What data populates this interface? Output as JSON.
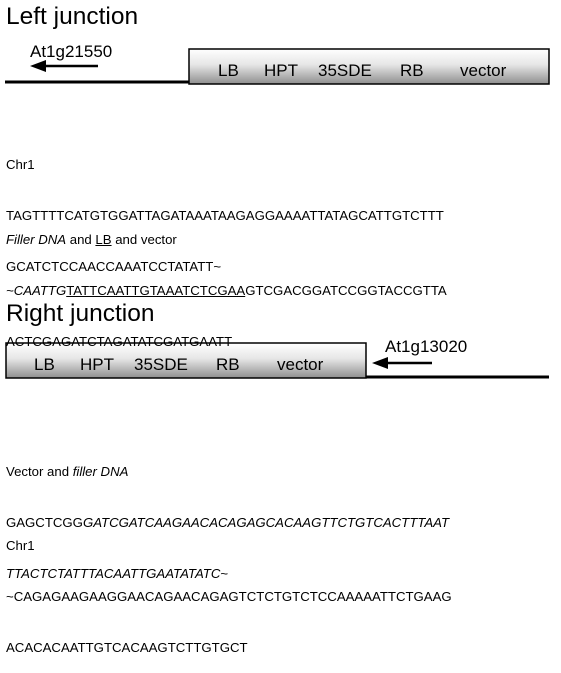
{
  "left": {
    "title": "Left junction",
    "gene": "At1g21550",
    "box": [
      "LB",
      "HPT",
      "35SDE",
      "RB",
      "vector"
    ],
    "chr_label": "Chr1",
    "chr_seq": [
      "TAGTTTTCATGTGGATTAGATAAATAAGAGGAAAATTATAGCATTGTCTTT",
      "GCATCTCCAACCAAATCCTATATT~"
    ],
    "filler_label": {
      "filler": "Filler DNA",
      "and1": " and ",
      "lb": "LB",
      "and2": " and vector"
    },
    "filler_seq": {
      "filler": "~CAATTG",
      "lb": "TATTCAATTGTAAATCTCGAA",
      "rest1": "GTCGACGGATCCGGTACCGTTA",
      "line2": "ACTCGAGATCTAGATATCGATGAATT"
    }
  },
  "right": {
    "title": "Right junction",
    "gene": "At1g13020",
    "box": [
      "LB",
      "HPT",
      "35SDE",
      "RB",
      "vector"
    ],
    "vec_label": {
      "vector": "Vector and ",
      "filler": "filler DNA"
    },
    "vec_seq": {
      "vector": "GAGCTCGG",
      "filler1": "GATCGATCAAGAACACAGAGCACAAGTTCTGTCACTTTAAT",
      "filler2": "TTACTCTATTTACAATTGAATATATC",
      "tail": "~"
    },
    "chr_label": "Chr1",
    "chr_seq": [
      "~CAGAGAAGAAGGAACAGAACAGAGTCTCTGTCTCCAAAAATTCTGAAG",
      "ACACACAATTGTCACAAGTCTTGTGCT"
    ]
  }
}
